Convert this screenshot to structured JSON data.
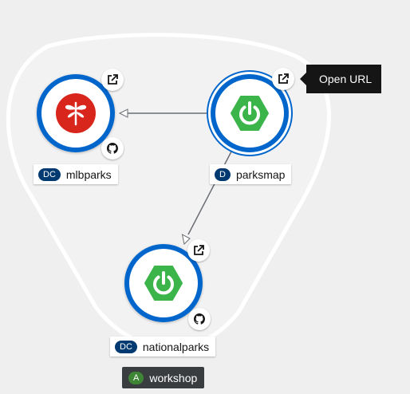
{
  "topology": {
    "group": {
      "badge": "A",
      "name": "workshop"
    },
    "nodes": [
      {
        "id": "mlbparks",
        "badge": "DC",
        "name": "mlbparks",
        "icon": "dragonfly-icon",
        "selected": false
      },
      {
        "id": "parksmap",
        "badge": "D",
        "name": "parksmap",
        "icon": "spring-boot-icon",
        "selected": true
      },
      {
        "id": "nationalparks",
        "badge": "DC",
        "name": "nationalparks",
        "icon": "spring-boot-icon",
        "selected": false
      }
    ],
    "edges": [
      {
        "from": "parksmap",
        "to": "mlbparks"
      },
      {
        "from": "parksmap",
        "to": "nationalparks"
      }
    ]
  },
  "tooltip": {
    "text": "Open URL"
  },
  "colors": {
    "background": "#efefef",
    "group_fill": "#f2f2f2",
    "ring_blue": "#0066cc",
    "spring_green": "#3bb44a",
    "dragonfly_red": "#d9261c",
    "badge_blue": "#003a70",
    "app_badge_green": "#3e8635",
    "tooltip_bg": "#151515"
  }
}
